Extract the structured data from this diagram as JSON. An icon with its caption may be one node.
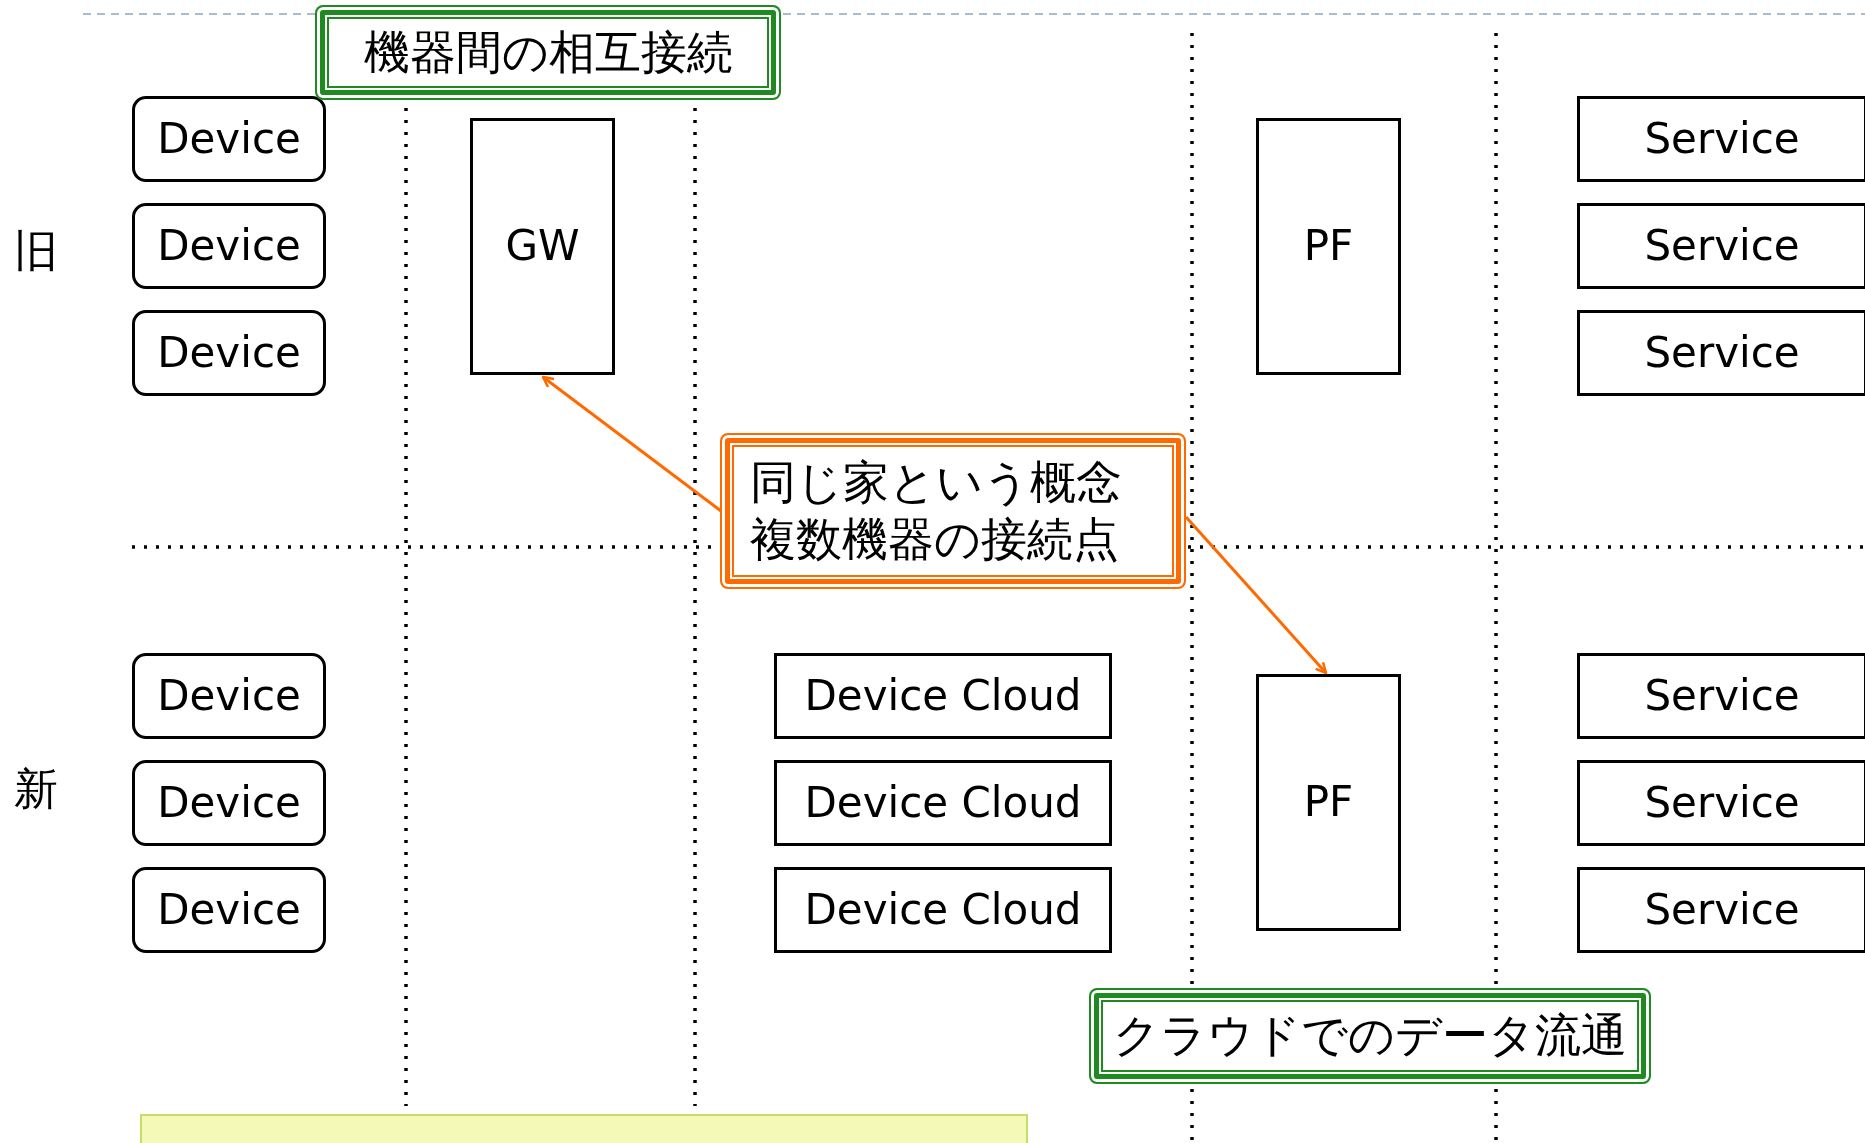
{
  "diagram": {
    "nodes": [
      {
        "text": [
          "機器間の相互接続"
        ]
      },
      {
        "text": [
          "Device"
        ]
      },
      {
        "text": [
          "Device"
        ]
      },
      {
        "text": [
          "Device"
        ]
      },
      {
        "text": [
          "GW"
        ]
      },
      {
        "text": [
          "PF"
        ]
      },
      {
        "text": [
          "Service"
        ]
      },
      {
        "text": [
          "Service"
        ]
      },
      {
        "text": [
          "Service"
        ]
      },
      {
        "text": [
          "同じ家という概念",
          "複数機器の接続点"
        ]
      },
      {
        "text": [
          "Device"
        ]
      },
      {
        "text": [
          "Device"
        ]
      },
      {
        "text": [
          "Device"
        ]
      },
      {
        "text": [
          "Device Cloud"
        ]
      },
      {
        "text": [
          "Device Cloud"
        ]
      },
      {
        "text": [
          "Device Cloud"
        ]
      },
      {
        "text": [
          "PF"
        ]
      },
      {
        "text": [
          "Service"
        ]
      },
      {
        "text": [
          "Service"
        ]
      },
      {
        "text": [
          "Service"
        ]
      },
      {
        "text": [
          "クラウドでのデータ流通"
        ]
      },
      {
        "text": [],
        "shape": "box"
      }
    ],
    "edges": [
      {
        "from": 9,
        "to": 4,
        "arrow": "to"
      },
      {
        "from": 9,
        "to": 16,
        "arrow": "to"
      }
    ],
    "labels": [
      "旧",
      "新"
    ]
  }
}
